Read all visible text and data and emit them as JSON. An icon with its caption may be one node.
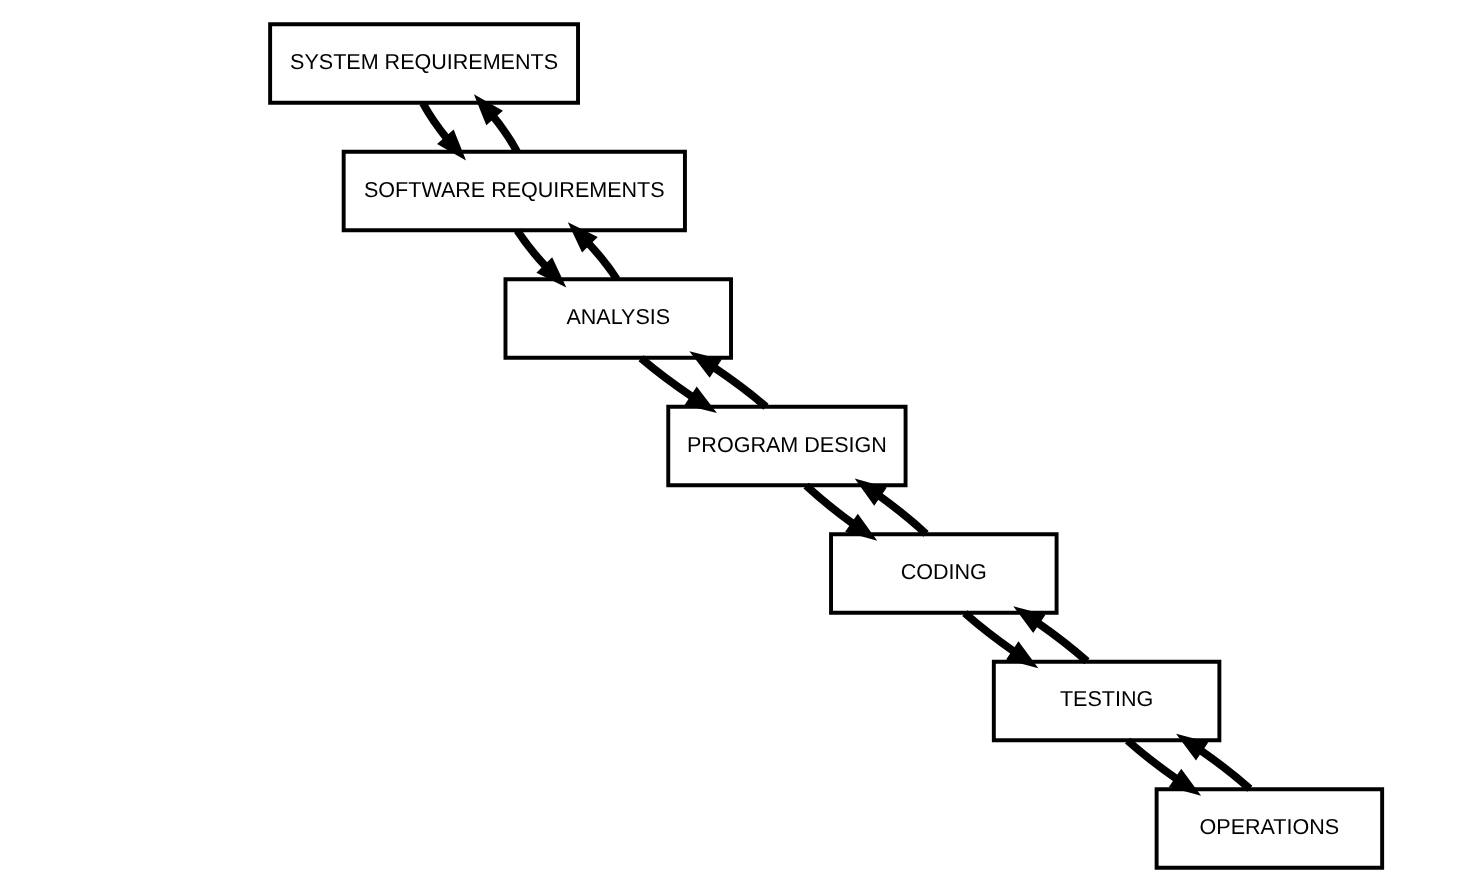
{
  "diagram": {
    "nodes": [
      {
        "text": [
          "SYSTEM REQUIREMENTS"
        ]
      },
      {
        "text": [
          "SOFTWARE REQUIREMENTS"
        ]
      },
      {
        "text": [
          "ANALYSIS"
        ]
      },
      {
        "text": [
          "PROGRAM DESIGN"
        ]
      },
      {
        "text": [
          "CODING"
        ]
      },
      {
        "text": [
          "TESTING"
        ]
      },
      {
        "text": [
          "OPERATIONS"
        ]
      }
    ],
    "edges": [
      {
        "from": 0,
        "to": 1,
        "arrow": "to"
      },
      {
        "from": 1,
        "to": 0,
        "arrow": "to"
      },
      {
        "from": 1,
        "to": 2,
        "arrow": "to"
      },
      {
        "from": 2,
        "to": 1,
        "arrow": "to"
      },
      {
        "from": 2,
        "to": 3,
        "arrow": "to"
      },
      {
        "from": 3,
        "to": 2,
        "arrow": "to"
      },
      {
        "from": 3,
        "to": 4,
        "arrow": "to"
      },
      {
        "from": 4,
        "to": 3,
        "arrow": "to"
      },
      {
        "from": 4,
        "to": 5,
        "arrow": "to"
      },
      {
        "from": 5,
        "to": 4,
        "arrow": "to"
      },
      {
        "from": 5,
        "to": 6,
        "arrow": "to"
      },
      {
        "from": 6,
        "to": 5,
        "arrow": "to"
      }
    ]
  }
}
